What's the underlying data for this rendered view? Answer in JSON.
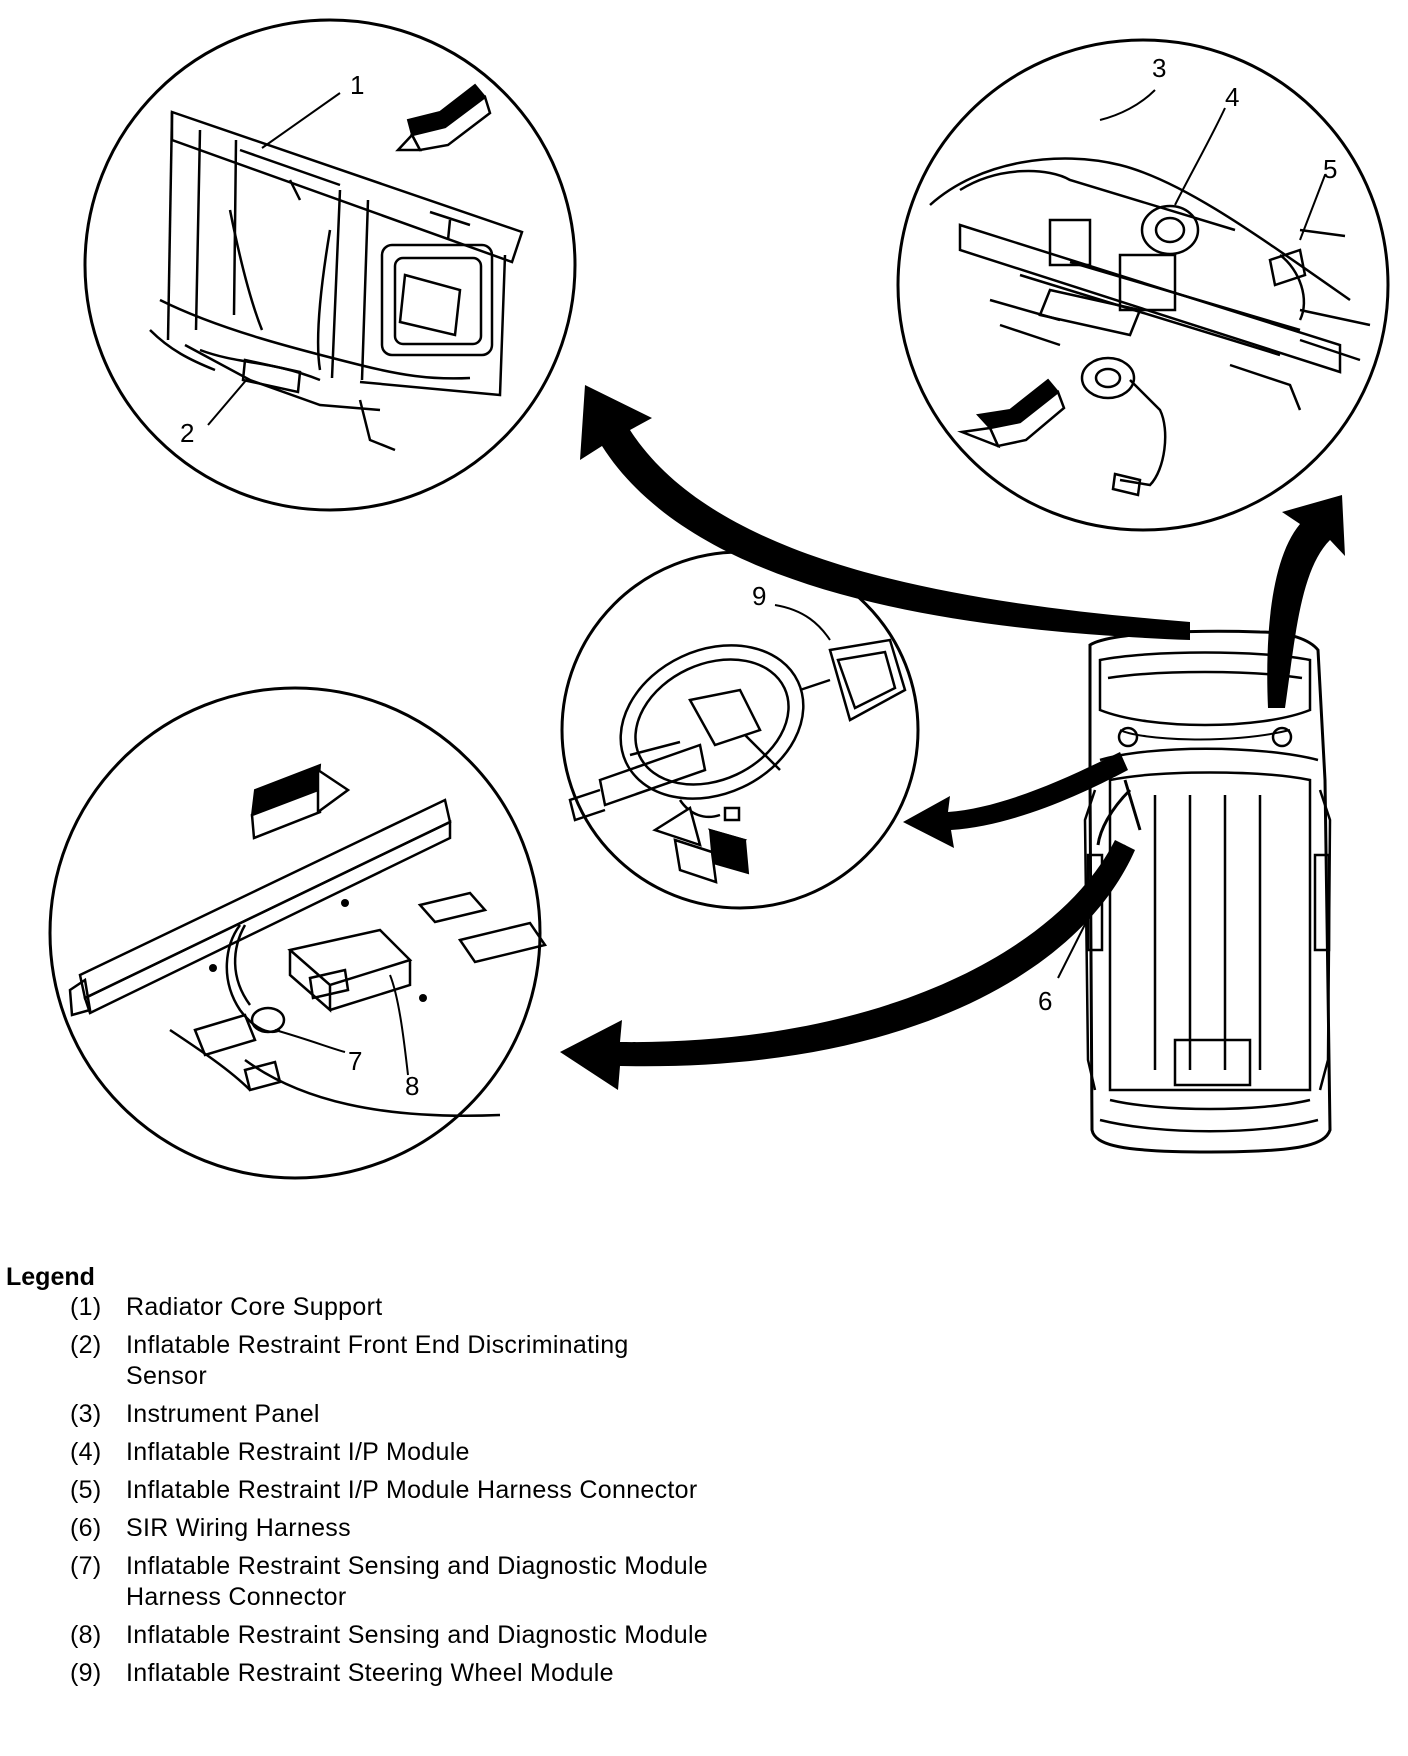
{
  "callouts": [
    "1",
    "2",
    "3",
    "4",
    "5",
    "6",
    "7",
    "8",
    "9"
  ],
  "legend": {
    "title": "Legend",
    "items": [
      {
        "num": "(1)",
        "text": "Radiator Core Support"
      },
      {
        "num": "(2)",
        "text": "Inflatable Restraint Front End Discriminating Sensor"
      },
      {
        "num": "(3)",
        "text": "Instrument Panel"
      },
      {
        "num": "(4)",
        "text": "Inflatable Restraint I/P Module"
      },
      {
        "num": "(5)",
        "text": "Inflatable Restraint I/P Module Harness Connector"
      },
      {
        "num": "(6)",
        "text": "SIR Wiring Harness"
      },
      {
        "num": "(7)",
        "text": "Inflatable Restraint Sensing and Diagnostic Module Harness Connector"
      },
      {
        "num": "(8)",
        "text": "Inflatable Restraint Sensing and Diagnostic Module"
      },
      {
        "num": "(9)",
        "text": "Inflatable Restraint Steering Wheel Module"
      }
    ]
  }
}
